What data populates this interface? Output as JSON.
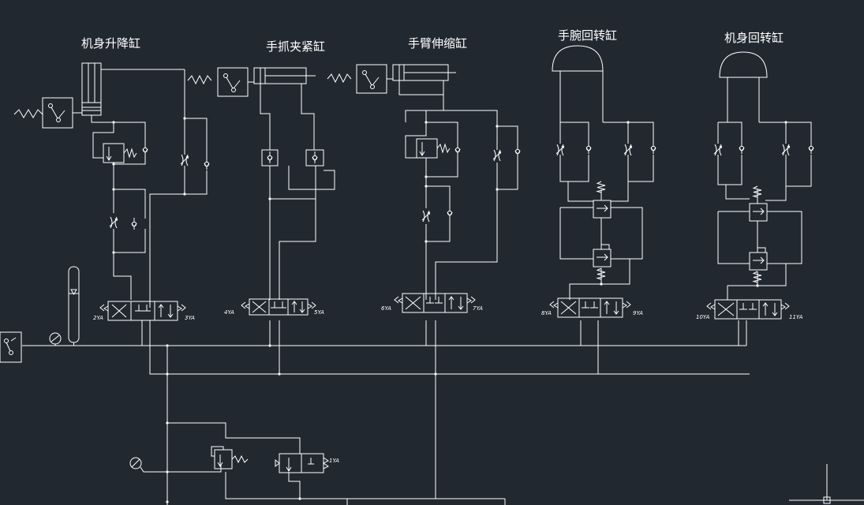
{
  "titles": {
    "lift_cylinder": "机身升降缸",
    "gripper_cylinder": "手抓夹紧缸",
    "arm_extend_cylinder": "手臂伸缩缸",
    "wrist_rotary_cylinder": "手腕回转缸",
    "body_rotary_cylinder": "机身回转缸"
  },
  "solenoids": {
    "s1": "1YA",
    "s2": "2YA",
    "s3": "3YA",
    "s4": "4YA",
    "s5": "5YA",
    "s6": "6YA",
    "s7": "7YA",
    "s8": "8YA",
    "s9": "9YA",
    "s10": "10YA",
    "s11": "11YA"
  }
}
